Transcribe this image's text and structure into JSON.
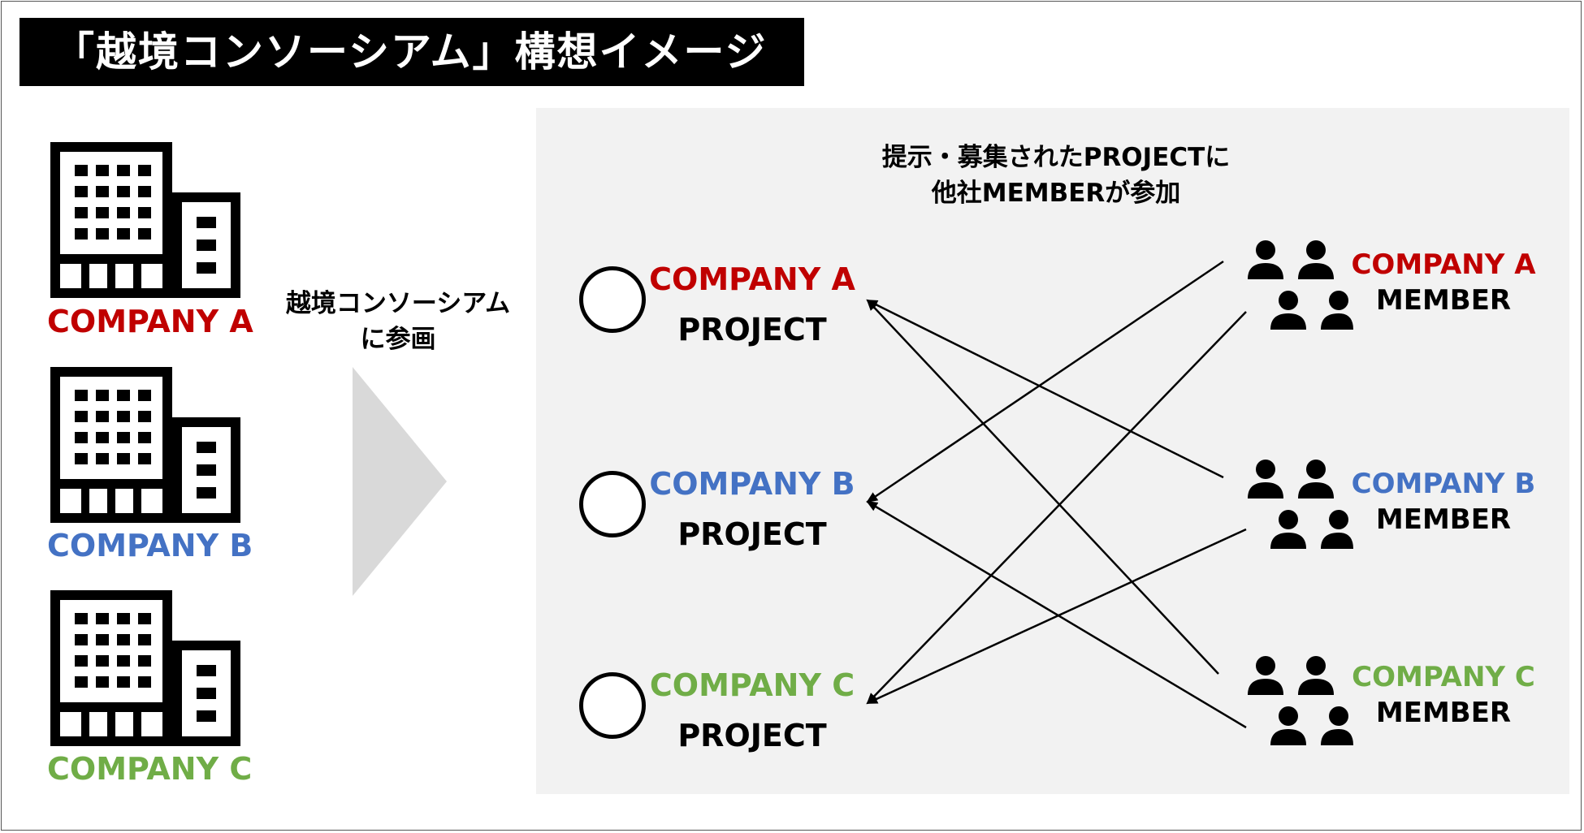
{
  "title": "「越境コンソーシアム」構想イメージ",
  "colors": {
    "company_a": "#c00000",
    "company_b": "#4472c4",
    "company_c": "#70ad47"
  },
  "companies": [
    {
      "label": "COMPANY A",
      "color": "#c00000"
    },
    {
      "label": "COMPANY B",
      "color": "#4472c4"
    },
    {
      "label": "COMPANY C",
      "color": "#70ad47"
    }
  ],
  "participation_caption": {
    "line1": "越境コンソーシアム",
    "line2": "に参画"
  },
  "panel_caption": {
    "line1": "提示・募集されたPROJECTに",
    "line2": "他社MEMBERが参加"
  },
  "projects": [
    {
      "company": "COMPANY A",
      "label": "PROJECT"
    },
    {
      "company": "COMPANY B",
      "label": "PROJECT"
    },
    {
      "company": "COMPANY C",
      "label": "PROJECT"
    }
  ],
  "members": [
    {
      "company": "COMPANY A",
      "label": "MEMBER"
    },
    {
      "company": "COMPANY B",
      "label": "MEMBER"
    },
    {
      "company": "COMPANY C",
      "label": "MEMBER"
    }
  ],
  "connections": [
    {
      "from_member": "COMPANY A",
      "to_project": "COMPANY B"
    },
    {
      "from_member": "COMPANY A",
      "to_project": "COMPANY C"
    },
    {
      "from_member": "COMPANY B",
      "to_project": "COMPANY A"
    },
    {
      "from_member": "COMPANY B",
      "to_project": "COMPANY C"
    },
    {
      "from_member": "COMPANY C",
      "to_project": "COMPANY A"
    },
    {
      "from_member": "COMPANY C",
      "to_project": "COMPANY B"
    }
  ]
}
